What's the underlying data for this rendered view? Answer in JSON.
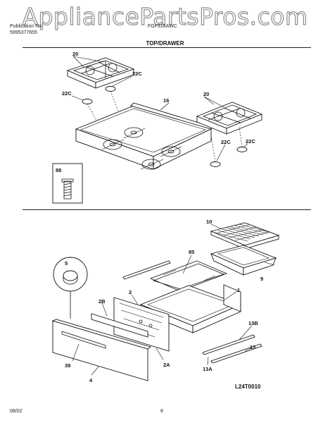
{
  "watermark": "AppliancePartsPros.com",
  "header": {
    "publication_label": "Publication No.",
    "publication_number": "5995377655",
    "model": "FGF316AWC"
  },
  "title": "TOP/DRAWER",
  "callouts": {
    "c20a": "20",
    "c22c_a": "22C",
    "c22c_b": "22C",
    "c16": "16",
    "c20b": "20",
    "c22c_c": "22C",
    "c22c_d": "22C",
    "c88": "88",
    "c10": "10",
    "c85": "85",
    "c9": "9",
    "c5": "5",
    "c2": "2",
    "c1": "1",
    "c2b": "2B",
    "c13b": "13B",
    "c13": "13",
    "c13a": "13A",
    "c2a": "2A",
    "c39": "39",
    "c4": "4"
  },
  "diagram_code": "L24T0010",
  "footer": {
    "date": "08/02",
    "page": "8"
  }
}
